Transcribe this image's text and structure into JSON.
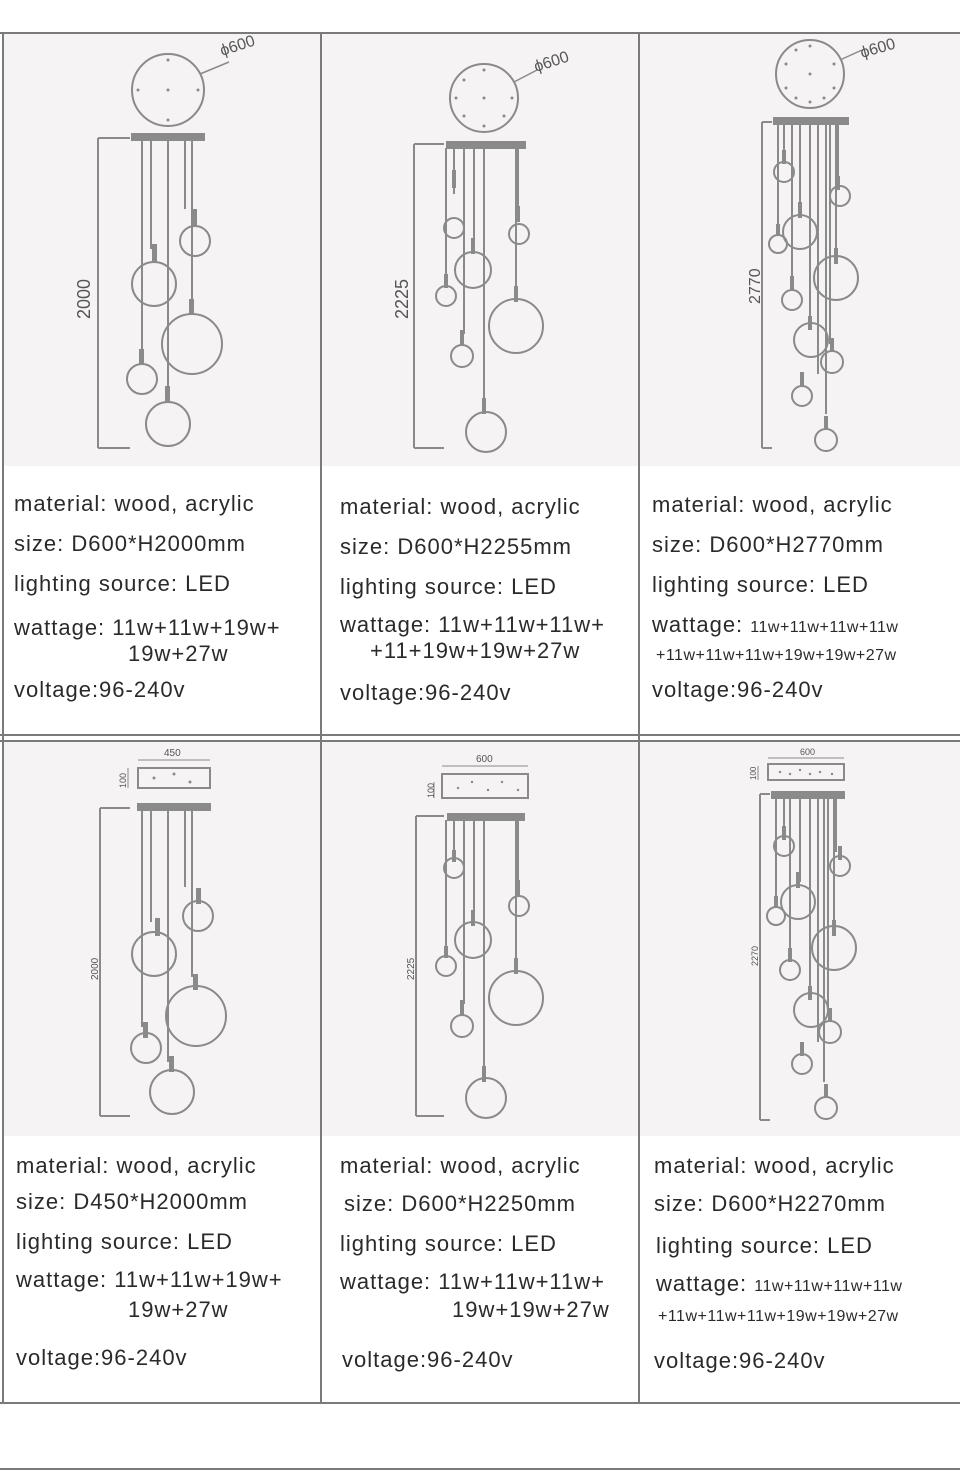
{
  "panels": [
    {
      "diameter_label": "ϕ600",
      "height_label": "2000",
      "material": "material: wood, acrylic",
      "size": "size: D600*H2000mm",
      "lighting": "lighting source: LED",
      "wattage_1": "wattage: 11w+11w+19w+",
      "wattage_2": "19w+27w",
      "voltage": "voltage:96-240v"
    },
    {
      "diameter_label": "ϕ600",
      "height_label": "2225",
      "material": "material: wood, acrylic",
      "size": "size: D600*H2255mm",
      "lighting": "lighting source: LED",
      "wattage_1": "wattage: 11w+11w+11w+",
      "wattage_2": "+11+19w+19w+27w",
      "voltage": "voltage:96-240v"
    },
    {
      "diameter_label": "ϕ600",
      "height_label": "2770",
      "material": "material: wood, acrylic",
      "size": "size: D600*H2770mm",
      "lighting": "lighting source: LED",
      "wattage_1_prefix": "wattage:",
      "wattage_1": "11w+11w+11w+11w",
      "wattage_2": "+11w+11w+11w+19w+19w+27w",
      "voltage": "voltage:96-240v"
    },
    {
      "top_width_label": "450",
      "top_height_label": "100",
      "height_label": "2000",
      "material": "material: wood, acrylic",
      "size": "size: D450*H2000mm",
      "lighting": "lighting source: LED",
      "wattage_1": "wattage: 11w+11w+19w+",
      "wattage_2": "19w+27w",
      "voltage": "voltage:96-240v"
    },
    {
      "top_width_label": "600",
      "top_height_label": "100",
      "height_label": "2225",
      "material": "material: wood, acrylic",
      "size": "size: D600*H2250mm",
      "lighting": "lighting source: LED",
      "wattage_1": "wattage: 11w+11w+11w+",
      "wattage_2": "19w+19w+27w",
      "voltage": "voltage:96-240v"
    },
    {
      "top_width_label": "600",
      "top_height_label": "100",
      "height_label": "2270",
      "material": "material: wood, acrylic",
      "size": "size: D600*H2270mm",
      "lighting": "lighting source: LED",
      "wattage_1_prefix": "wattage:",
      "wattage_1": "11w+11w+11w+11w",
      "wattage_2": "+11w+11w+11w+19w+19w+27w",
      "voltage": "voltage:96-240v"
    }
  ]
}
